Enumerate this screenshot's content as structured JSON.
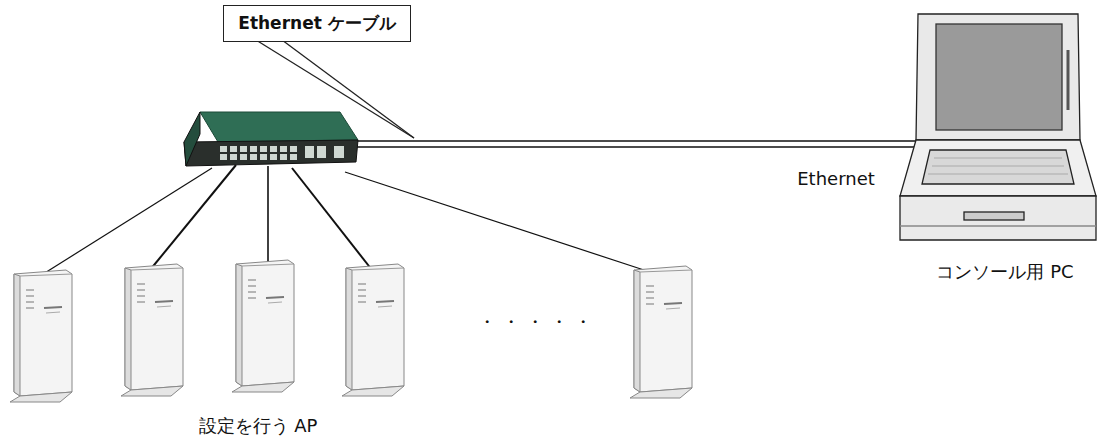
{
  "diagram": {
    "nodes": [
      {
        "text": [
          "Ethernet ケーブル"
        ]
      }
    ],
    "labels": [
      "Ethernet",
      "コンソール用 PC",
      "・・・・・",
      "設定を行う AP"
    ]
  }
}
